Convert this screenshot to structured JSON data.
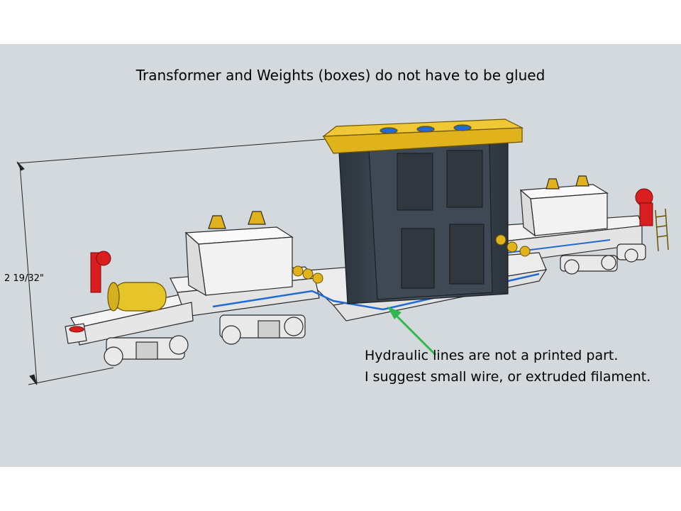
{
  "title": "Transformer and Weights (boxes) do not have to be glued",
  "dimension_label": "2 19/32\"",
  "note_line_1": "Hydraulic lines are not a printed part.",
  "note_line_2": "I suggest small wire, or extruded filament.",
  "colors": {
    "background": "#d4d9dd",
    "car_body": "#f2f2f2",
    "outline": "#2a2a2a",
    "transformer": "#3c4652",
    "yoke": "#e0b21c",
    "hydraulic_line": "#1f6bd1",
    "arrow": "#2fb84e",
    "red_parts": "#d81e1e",
    "tank": "#e6c52a"
  },
  "icons": [
    "arrow-icon",
    "dimension-line"
  ]
}
